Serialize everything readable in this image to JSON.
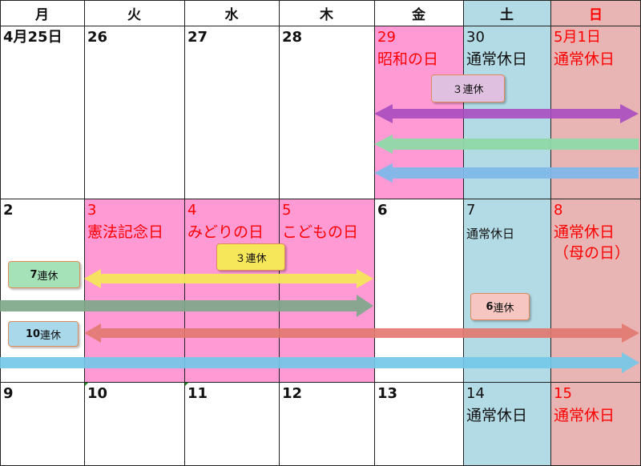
{
  "weekdays": [
    {
      "label": "月",
      "color": "#111111"
    },
    {
      "label": "火",
      "color": "#111111"
    },
    {
      "label": "水",
      "color": "#111111"
    },
    {
      "label": "木",
      "color": "#111111"
    },
    {
      "label": "金",
      "color": "#111111"
    },
    {
      "label": "土",
      "color": "#111111"
    },
    {
      "label": "日",
      "color": "#ff0000"
    }
  ],
  "week1": {
    "mon": {
      "date": "4月25日"
    },
    "tue": {
      "date": "26"
    },
    "wed": {
      "date": "27"
    },
    "thu": {
      "date": "28"
    },
    "fri": {
      "date": "29",
      "holiday": "昭和の日"
    },
    "sat": {
      "date": "30",
      "holiday": "通常休日"
    },
    "sun": {
      "date": "5月1日",
      "holiday": "通常休日"
    }
  },
  "week2": {
    "mon": {
      "date": "2"
    },
    "tue": {
      "date": "3",
      "holiday": "憲法記念日"
    },
    "wed": {
      "date": "4",
      "holiday": "みどりの日"
    },
    "thu": {
      "date": "5",
      "holiday": "こどもの日"
    },
    "fri": {
      "date": "6"
    },
    "sat": {
      "date": "7",
      "holiday": "通常休日"
    },
    "sun": {
      "date": "8",
      "holiday": "通常休日",
      "holiday2": "（母の日）"
    }
  },
  "week3": {
    "mon": {
      "date": "9"
    },
    "tue": {
      "date": "10"
    },
    "wed": {
      "date": "11"
    },
    "thu": {
      "date": "12"
    },
    "fri": {
      "date": "13"
    },
    "sat": {
      "date": "14",
      "holiday": "通常休日"
    },
    "sun": {
      "date": "15",
      "holiday": "通常休日"
    }
  },
  "callouts": {
    "c1": {
      "num": "３",
      "unit": "連休"
    },
    "c2": {
      "num": "３",
      "unit": "連休"
    },
    "c3": {
      "num": "7",
      "unit": "連休"
    },
    "c4": {
      "num": "6",
      "unit": "連休"
    },
    "c5": {
      "num": "10",
      "unit": "連休"
    }
  },
  "colors": {
    "holiday_pink": "#ff9ad5",
    "saturday_blue": "#b3dbe6",
    "sunday_red": "#e8b4b4",
    "arrow_purple": "#a84cc0",
    "arrow_green": "#8fd9a8",
    "arrow_blue": "#7fb8ea",
    "arrow_yellow": "#f5e65a",
    "arrow_gray_green": "#7fa88a",
    "arrow_salmon": "#e27a72",
    "arrow_cyan": "#74c8e8"
  }
}
